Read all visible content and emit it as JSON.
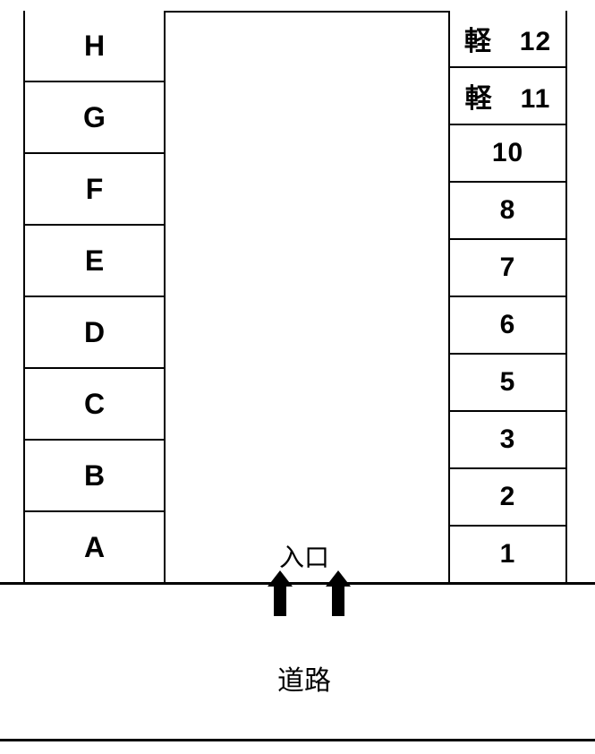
{
  "lot": {
    "title": "parking-lot-layout",
    "left_column": {
      "cells": [
        "H",
        "G",
        "F",
        "E",
        "D",
        "C",
        "B",
        "A"
      ]
    },
    "right_column": {
      "cells": [
        "軽　12",
        "軽　11",
        "10",
        "8",
        "7",
        "6",
        "5",
        "3",
        "2",
        "1"
      ]
    },
    "entrance_label": "入口",
    "road_label": "道路",
    "icons": [
      "up-arrow",
      "up-arrow"
    ],
    "colors": {
      "line": "#000000",
      "text": "#000000",
      "background": "#ffffff",
      "arrow": "#000000"
    }
  }
}
